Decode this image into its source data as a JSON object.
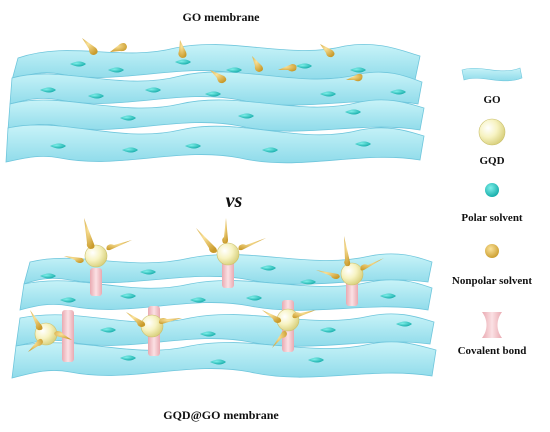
{
  "top_title": "GO membrane",
  "vs_text": "vs",
  "bottom_title": "GQD@GO membrane",
  "legend": {
    "go": "GO",
    "gqd": "GQD",
    "polar": "Polar solvent",
    "nonpolar": "Nonpolar solvent",
    "covalent": "Covalent bond"
  },
  "colors": {
    "sheet": "#a9e9f2",
    "sheet_edge": "#6fc6dc",
    "polar": "#1cc7c2",
    "nonpolar": "#e2b64c",
    "gqd": "#f3efb0",
    "bond": "#f3c3c8"
  }
}
